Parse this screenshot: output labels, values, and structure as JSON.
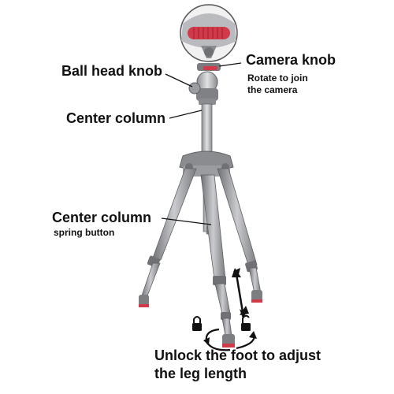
{
  "labels": {
    "ball_head_knob": "Ball head knob",
    "camera_knob": "Camera knob",
    "camera_knob_note_line1": "Rotate to join",
    "camera_knob_note_line2": "the camera",
    "center_column": "Center column",
    "spring_button_title": "Center column",
    "spring_button_note": "spring button",
    "foot_instruction_line1": "Unlock the foot to adjust",
    "foot_instruction_line2": "the leg length"
  },
  "icons": {
    "lock_left": "lock-icon",
    "lock_right": "unlock-icon",
    "rotation_arrow": "rotate-arrow-icon",
    "length_arrow": "double-arrow-vertical-icon"
  },
  "colors": {
    "tripod_grey": "#8a8c90",
    "knob_red": "#d23a4a",
    "text": "#111111"
  }
}
